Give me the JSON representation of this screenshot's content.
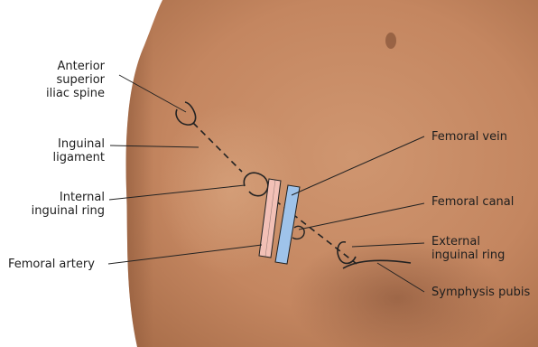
{
  "labels": {
    "asis": [
      "Anterior",
      "superior",
      "iliac spine"
    ],
    "inguinal_ligament": [
      "Inguinal",
      "ligament"
    ],
    "internal_ring": [
      "Internal",
      "inguinal ring"
    ],
    "femoral_artery": [
      "Femoral artery"
    ],
    "femoral_vein": [
      "Femoral vein"
    ],
    "femoral_canal": [
      "Femoral canal"
    ],
    "external_ring": [
      "External",
      "inguinal ring"
    ],
    "symphysis_pubis": [
      "Symphysis pubis"
    ]
  },
  "colors": {
    "skin_light": "#d7a27c",
    "skin_mid": "#c58a63",
    "skin_dark": "#9d6443",
    "artery_fill": "#f2c0b6",
    "vein_fill": "#9fc3ea",
    "ink": "#1e1e1e"
  }
}
